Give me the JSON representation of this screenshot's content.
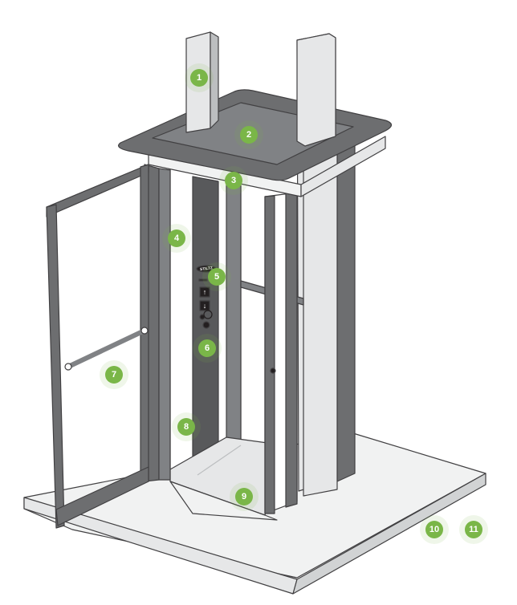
{
  "colors": {
    "hotspot": "#7ab648",
    "frame": "#6d6e70",
    "panel": "#58595b",
    "light": "#e6e7e8",
    "outline": "#414042"
  },
  "panel": {
    "brand_label": "STILTZ"
  },
  "hotspots": [
    {
      "label": "1",
      "icon": "numbered-marker"
    },
    {
      "label": "2",
      "icon": "numbered-marker"
    },
    {
      "label": "3",
      "icon": "numbered-marker"
    },
    {
      "label": "4",
      "icon": "numbered-marker"
    },
    {
      "label": "5",
      "icon": "numbered-marker"
    },
    {
      "label": "6",
      "icon": "numbered-marker"
    },
    {
      "label": "7",
      "icon": "numbered-marker"
    },
    {
      "label": "8",
      "icon": "numbered-marker"
    },
    {
      "label": "9",
      "icon": "numbered-marker"
    },
    {
      "label": "10",
      "icon": "numbered-marker"
    },
    {
      "label": "11",
      "icon": "numbered-marker"
    }
  ]
}
